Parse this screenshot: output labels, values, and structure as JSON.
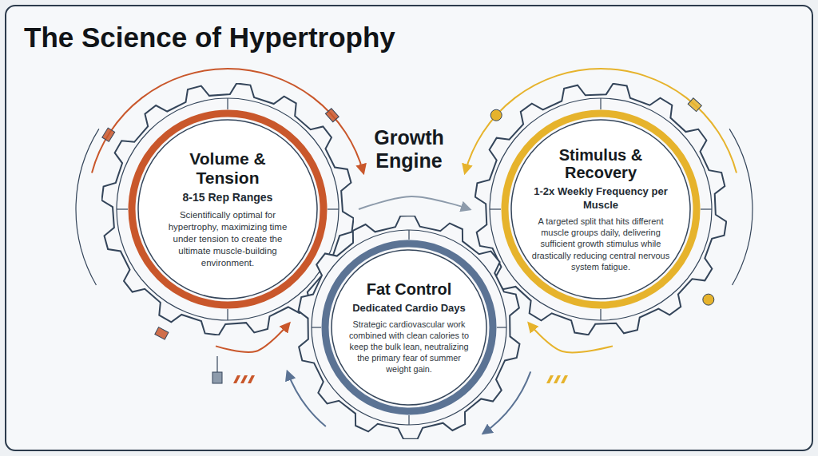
{
  "diagram": {
    "title": "The Science of Hypertrophy",
    "nodes": [
      {
        "text": [
          "Volume & Tension",
          "8-15 Rep Ranges",
          "Scientifically optimal for hypertrophy, maximizing time under tension to create the ultimate muscle-building environment."
        ]
      },
      {
        "text": [
          "Stimulus & Recovery",
          "1-2x Weekly Frequency per Muscle",
          "A targeted split that hits different muscle groups daily, delivering sufficient growth stimulus while drastically reducing central nervous system fatigue."
        ]
      },
      {
        "text": [
          "Fat Control",
          "Dedicated Cardio Days",
          "Strategic cardiovascular work combined with clean calories to keep the bulk lean, neutralizing the primary fear of summer weight gain."
        ]
      }
    ],
    "edges": [
      {
        "from": 0,
        "to": 1,
        "arrow": "to"
      },
      {
        "from": 0,
        "to": 2,
        "arrow": "to"
      },
      {
        "from": 1,
        "to": 2,
        "arrow": "to"
      }
    ],
    "labels": [
      "Growth Engine"
    ]
  }
}
